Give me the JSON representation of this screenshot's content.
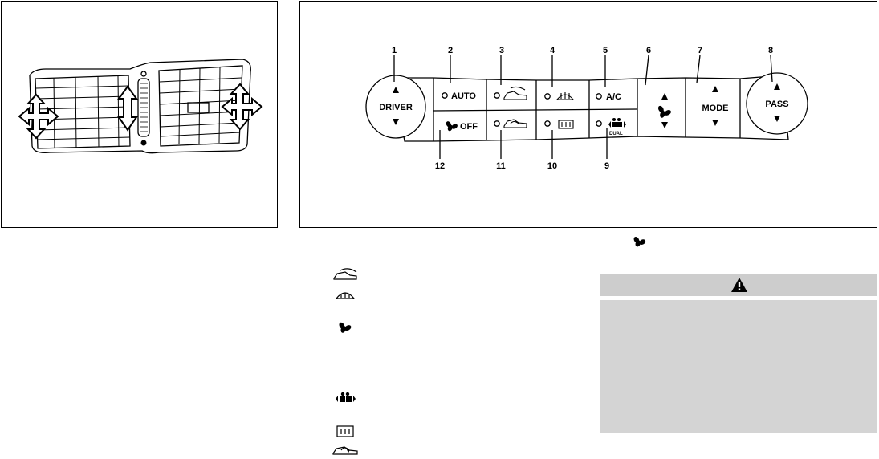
{
  "panel": {
    "callouts": [
      "1",
      "2",
      "3",
      "4",
      "5",
      "6",
      "7",
      "8",
      "9",
      "10",
      "11",
      "12"
    ],
    "driver_label": "DRIVER",
    "pass_label": "PASS",
    "auto_label": "AUTO",
    "ac_label": "A/C",
    "mode_label": "MODE",
    "off_label": "OFF",
    "dual_label": "DUAL"
  },
  "icons": {
    "inline_fan": "fan-icon",
    "legend": [
      "fresh-air-icon",
      "front-defrost-icon",
      "fan-icon",
      "dual-zone-icon",
      "rear-defrost-icon",
      "recirculate-icon"
    ]
  },
  "warning": {
    "icon": "warning-triangle-icon",
    "colors": {
      "header": "#cdcdcd",
      "body": "#d4d4d4"
    }
  }
}
